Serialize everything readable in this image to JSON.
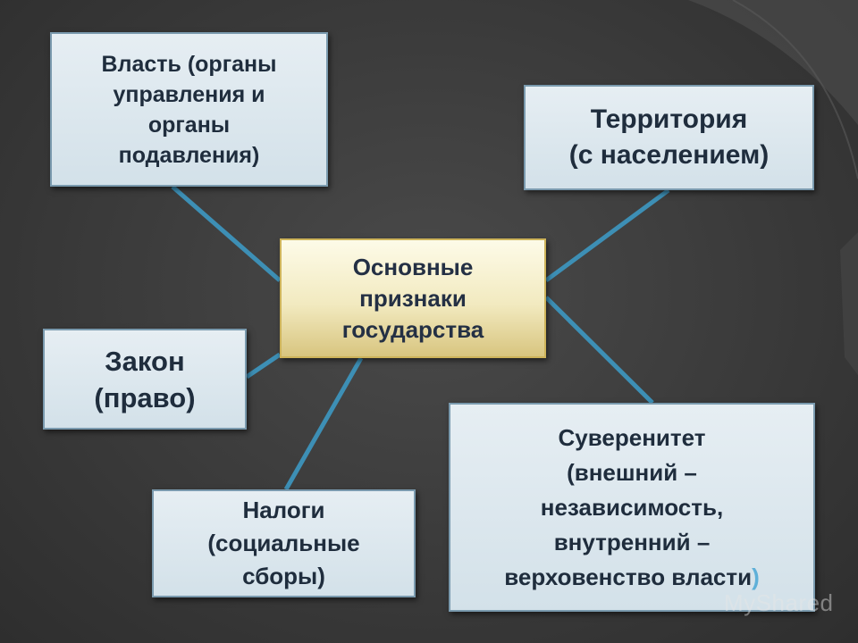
{
  "colors": {
    "background": "#3a3a3a",
    "box_fill": "#d9e5ec",
    "box_border": "#7a9aae",
    "center_fill": "#f2eac0",
    "connector": "#3d8fb5",
    "text": "#1f2d3d"
  },
  "center": {
    "label": "Основные\nпризнаки\nгосударства"
  },
  "nodes": {
    "vlast": {
      "label": "Власть (органы\nуправления и\nорганы\nподавления)"
    },
    "territoriya": {
      "label": "Территория\n(с населением)"
    },
    "zakon": {
      "label": "Закон\n(право)"
    },
    "nalogi": {
      "label": "Налоги\n(социальные\nсборы)"
    },
    "suverenitet": {
      "label": "Суверенитет\n(внешний –\nнезависимость,\nвнутренний –\nверховенство власти",
      "closing": ")"
    }
  },
  "watermark": {
    "text": "MyShared"
  }
}
